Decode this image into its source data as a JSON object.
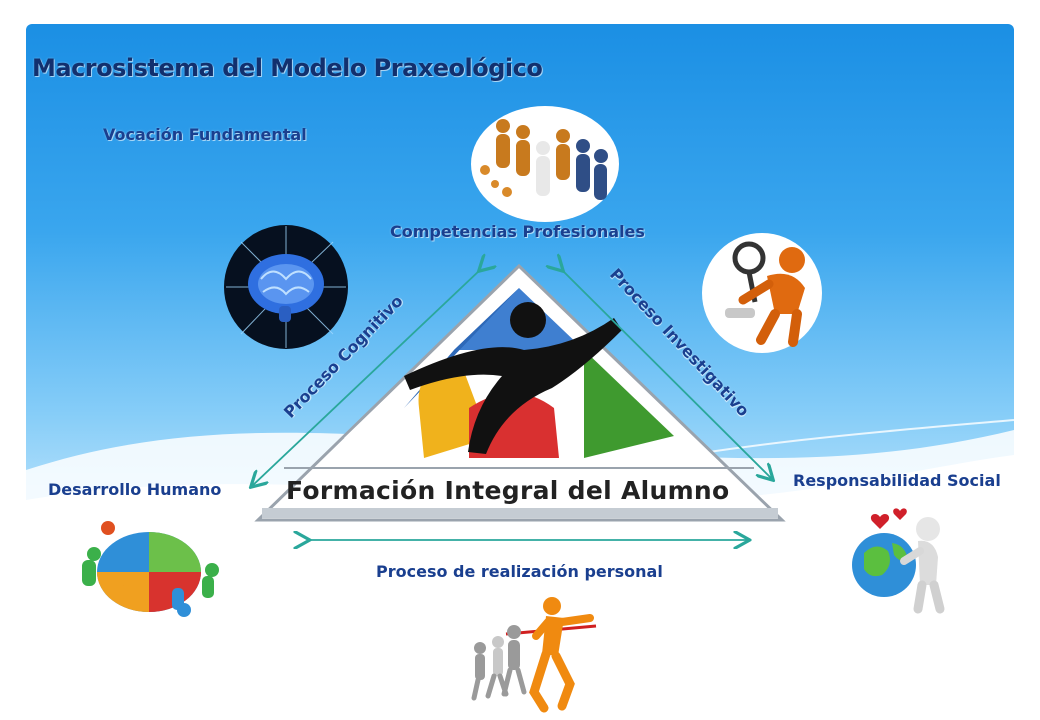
{
  "slide_title": "Macrosistema del Modelo Praxeológico",
  "vocacion": "Vocación Fundamental",
  "competencias": "Competencias Profesionales",
  "proceso_cognitivo": "Proceso Cognitivo",
  "proceso_investigativo": "Proceso Investigativo",
  "desarrollo_humano": "Desarrollo Humano",
  "responsabilidad_social": "Responsabilidad Social",
  "proceso_realizacion": "Proceso de realización personal",
  "logo_text": "Formación Integral del Alumno",
  "colors": {
    "title": "#12306e",
    "label": "#1a3f8f",
    "arrow": "#2aa79b",
    "logo_blue": "#3f7fd0",
    "logo_green": "#3f9a2f",
    "logo_red": "#d93030",
    "logo_yellow": "#f0b21c"
  },
  "icons": [
    "brain-icon",
    "team-icon",
    "magnifier-figure-icon",
    "puzzle-icon",
    "globe-figure-icon",
    "runner-icon"
  ]
}
